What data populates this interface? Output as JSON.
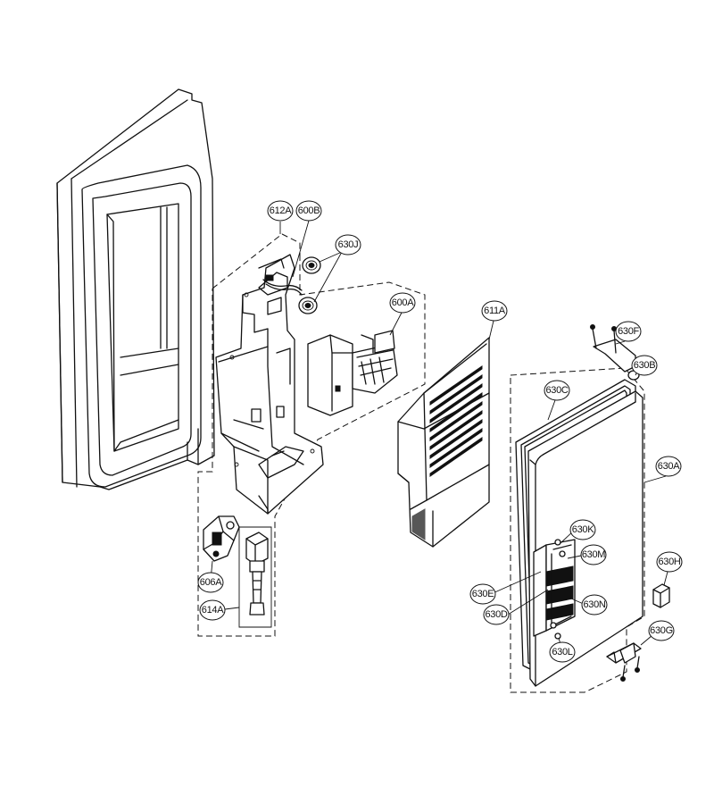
{
  "callouts": {
    "c612A": "612A",
    "c600B": "600B",
    "c630J": "630J",
    "c600A": "600A",
    "c611A": "611A",
    "c630F": "630F",
    "c630B": "630B",
    "c630C": "630C",
    "c630A": "630A",
    "c630K": "630K",
    "c630M": "630M",
    "c630H": "630H",
    "c630E": "630E",
    "c630N": "630N",
    "c630D": "630D",
    "c630G": "630G",
    "c630L": "630L",
    "c606A": "606A",
    "c614A": "614A"
  }
}
